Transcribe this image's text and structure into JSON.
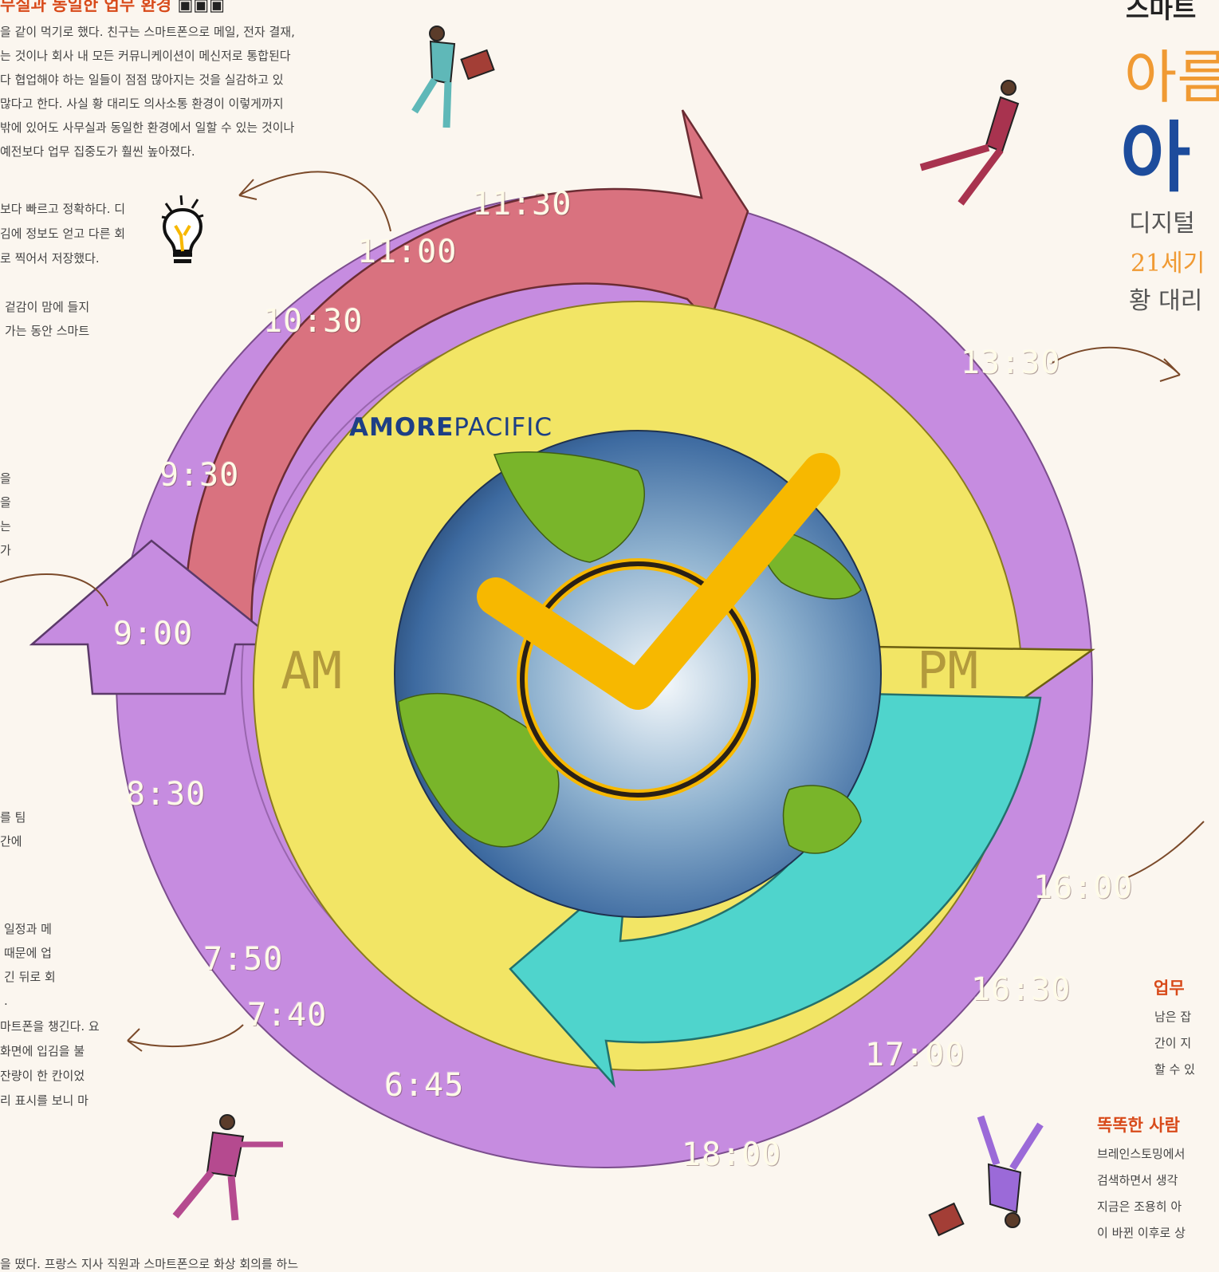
{
  "left_column": {
    "section1_title": "무실과 동일한 업무 환경",
    "section1_title_marks": "▣▣▣",
    "paragraph1": [
      "을 같이 먹기로 했다. 친구는 스마트폰으로 메일, 전자 결재,",
      "는 것이나 회사 내 모든 커뮤니케이션이 메신저로 통합된다",
      "다 협업해야 하는 일들이 점점 많아지는 것을 실감하고 있",
      "많다고 한다. 사실 황 대리도 의사소통 환경이 이렇게까지",
      "밖에 있어도 사무실과 동일한 환경에서 일할 수 있는 것이나",
      "예전보다 업무 집중도가 훨씬 높아졌다."
    ],
    "paragraph2": [
      "보다 빠르고 정확하다. 디",
      "김에 정보도 얻고 다른 회",
      "로 찍어서 저장했다."
    ],
    "paragraph3": [
      "겉감이 맘에 들지",
      "가는 동안 스마트"
    ],
    "paragraph4": [
      "을",
      "을",
      "는",
      "가"
    ],
    "paragraph5": [
      "를 팀",
      "간에"
    ],
    "paragraph6": [
      "일정과 메",
      "때문에 업",
      "긴 뒤로 회",
      "."
    ],
    "paragraph7": [
      "마트폰을 챙긴다. 요",
      "화면에 입김을 불",
      "잔량이 한 칸이었",
      "리 표시를 보니 마"
    ],
    "bottom_line": "을 떴다. 프랑스 지사 직원과 스마트폰으로 화상 회의를 하느"
  },
  "right_column": {
    "top_partial": "스마트",
    "title_line1": "아름",
    "title_line2": "아",
    "intro_line1": "디지털",
    "intro_line2": "21세기",
    "intro_line3": "황 대리",
    "section2_title": "업무",
    "section2_lines": [
      "남은 잡",
      "간이 지",
      "할 수 있"
    ],
    "section3_title": "똑똑한 사람",
    "section3_lines": [
      "브레인스토밍에서",
      "검색하면서 생각",
      "지금은 조용히 아",
      "이 바뀐 이후로 상"
    ]
  },
  "illustration": {
    "logo": {
      "part1": "AMORE",
      "part2": "PACIFIC"
    },
    "am_label": "AM",
    "pm_label": "PM",
    "times": {
      "t1130": "11:30",
      "t1100": "11:00",
      "t1030": "10:30",
      "t930": "9:30",
      "t900": "9:00",
      "t830": "8:30",
      "t750": "7:50",
      "t740": "7:40",
      "t645": "6:45",
      "t1800": "18:00",
      "t1700": "17:00",
      "t1630": "16:30",
      "t1600": "16:00",
      "t1330": "13:30"
    }
  },
  "colors": {
    "purple": "#c68ce0",
    "pink": "#d9727f",
    "yellow": "#f2e565",
    "teal": "#4fd4cc",
    "check": "#f7b800",
    "orange_title": "#f09a33",
    "blue_title": "#1d4c9c",
    "red_title": "#d84a1a"
  },
  "icons": [
    "lightbulb-icon",
    "checkmark-icon",
    "globe"
  ]
}
